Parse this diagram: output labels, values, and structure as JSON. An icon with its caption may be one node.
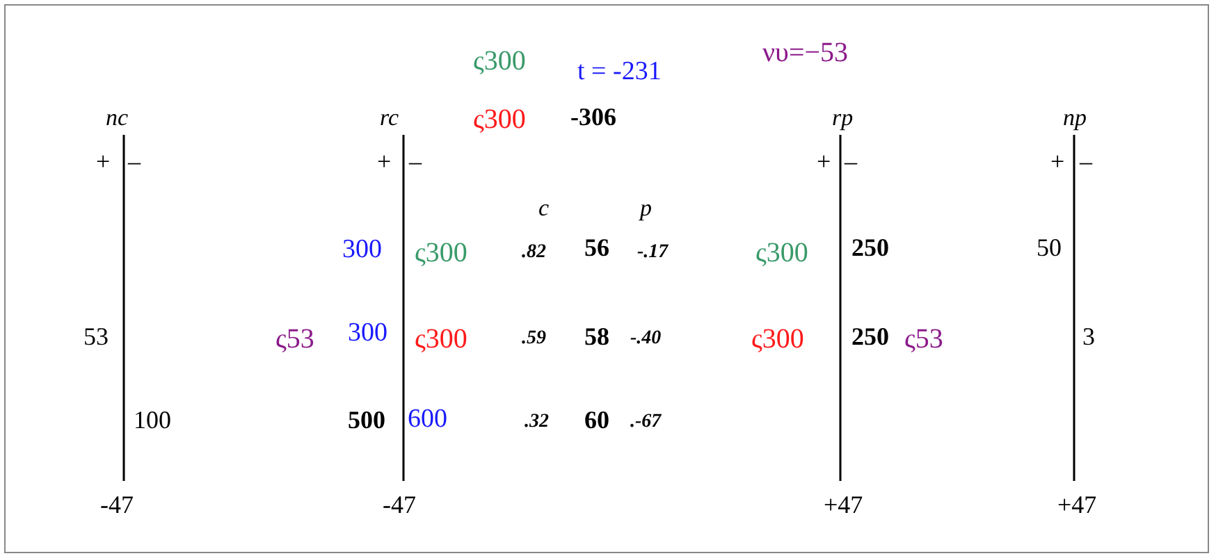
{
  "diagram": {
    "labels": [
      "ς300",
      "t = -231",
      "νυ=−53",
      "nc",
      "rc",
      "ς300",
      "-306",
      "rp",
      "np",
      "+",
      "–",
      "+",
      "–",
      "+",
      "–",
      "+",
      "–",
      "c",
      "p",
      "300",
      "ς300",
      ".82",
      "56",
      "-.17",
      "ς300",
      "250",
      "50",
      "53",
      "ς53",
      "300",
      "ς300",
      ".59",
      "58",
      "-.40",
      "ς300",
      "250",
      "ς53",
      "3",
      "100",
      "500",
      "600",
      ".32",
      "60",
      ".-67",
      "-47",
      "-47",
      "+47",
      "+47"
    ]
  }
}
